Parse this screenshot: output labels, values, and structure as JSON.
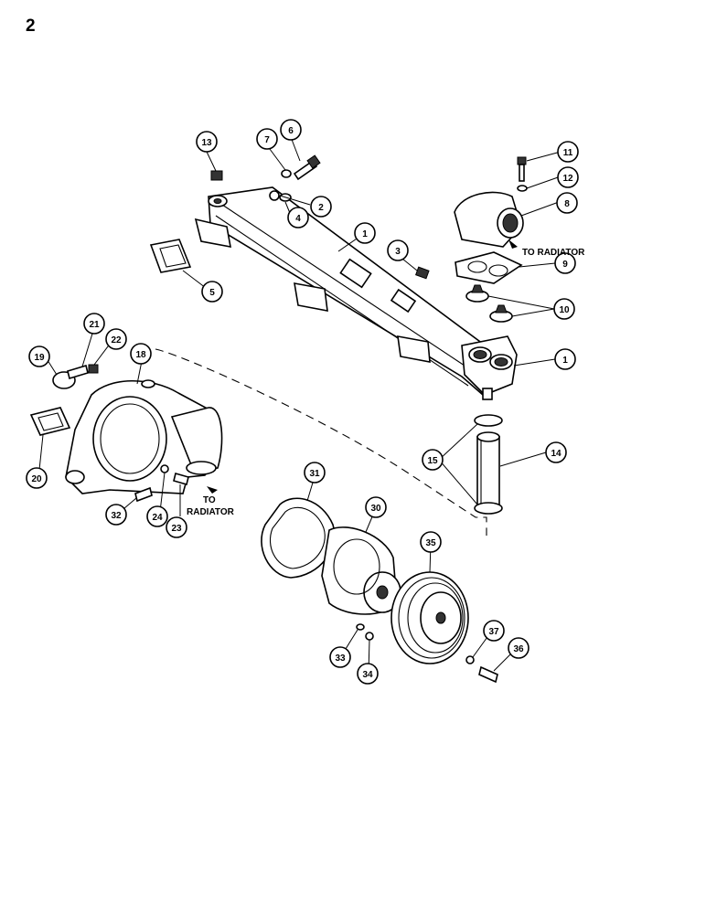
{
  "page": {
    "number": "2"
  },
  "notes": {
    "to_radiator_1": "TO RADIATOR",
    "to_radiator_2_line1": "TO",
    "to_radiator_2_line2": "RADIATOR"
  },
  "callouts": [
    {
      "id": "c13",
      "label": "13"
    },
    {
      "id": "c7",
      "label": "7"
    },
    {
      "id": "c6",
      "label": "6"
    },
    {
      "id": "c2",
      "label": "2"
    },
    {
      "id": "c4",
      "label": "4"
    },
    {
      "id": "c1a",
      "label": "1"
    },
    {
      "id": "c3",
      "label": "3"
    },
    {
      "id": "c5",
      "label": "5"
    },
    {
      "id": "c11",
      "label": "11"
    },
    {
      "id": "c12",
      "label": "12"
    },
    {
      "id": "c8",
      "label": "8"
    },
    {
      "id": "c9",
      "label": "9"
    },
    {
      "id": "c10",
      "label": "10"
    },
    {
      "id": "c1b",
      "label": "1"
    },
    {
      "id": "c21",
      "label": "21"
    },
    {
      "id": "c22",
      "label": "22"
    },
    {
      "id": "c19",
      "label": "19"
    },
    {
      "id": "c18",
      "label": "18"
    },
    {
      "id": "c20",
      "label": "20"
    },
    {
      "id": "c32",
      "label": "32"
    },
    {
      "id": "c24",
      "label": "24"
    },
    {
      "id": "c23",
      "label": "23"
    },
    {
      "id": "c15",
      "label": "15"
    },
    {
      "id": "c14",
      "label": "14"
    },
    {
      "id": "c31",
      "label": "31"
    },
    {
      "id": "c30",
      "label": "30"
    },
    {
      "id": "c35",
      "label": "35"
    },
    {
      "id": "c33",
      "label": "33"
    },
    {
      "id": "c34",
      "label": "34"
    },
    {
      "id": "c37",
      "label": "37"
    },
    {
      "id": "c36",
      "label": "36"
    }
  ]
}
